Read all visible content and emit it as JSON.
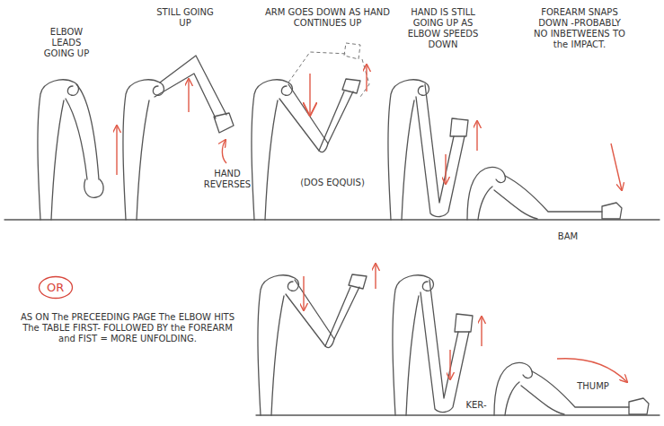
{
  "diagram": {
    "nodes": [
      {
        "text": [
          "OR"
        ]
      }
    ],
    "labels": [
      "ELBOW LEADS GOING UP",
      "STILL GOING UP",
      "ARM GOES DOWN AS HAND CONTINUES UP",
      "HAND IS STILL GOING UP AS ELBOW SPEEDS DOWN",
      "FOREARM SNAPS DOWN -PROBABLY NO INBETWEENS TO the IMPACT.",
      "HAND REVERSES",
      "(DOS EQQUIS)",
      "BAM",
      "AS ON The PRECEEDING PAGE The ELBOW HITS The TABLE FIRST- FOLLOWED BY the FOREARM and FIST = MORE UNFOLDING.",
      "KER-",
      "THUMP"
    ]
  }
}
